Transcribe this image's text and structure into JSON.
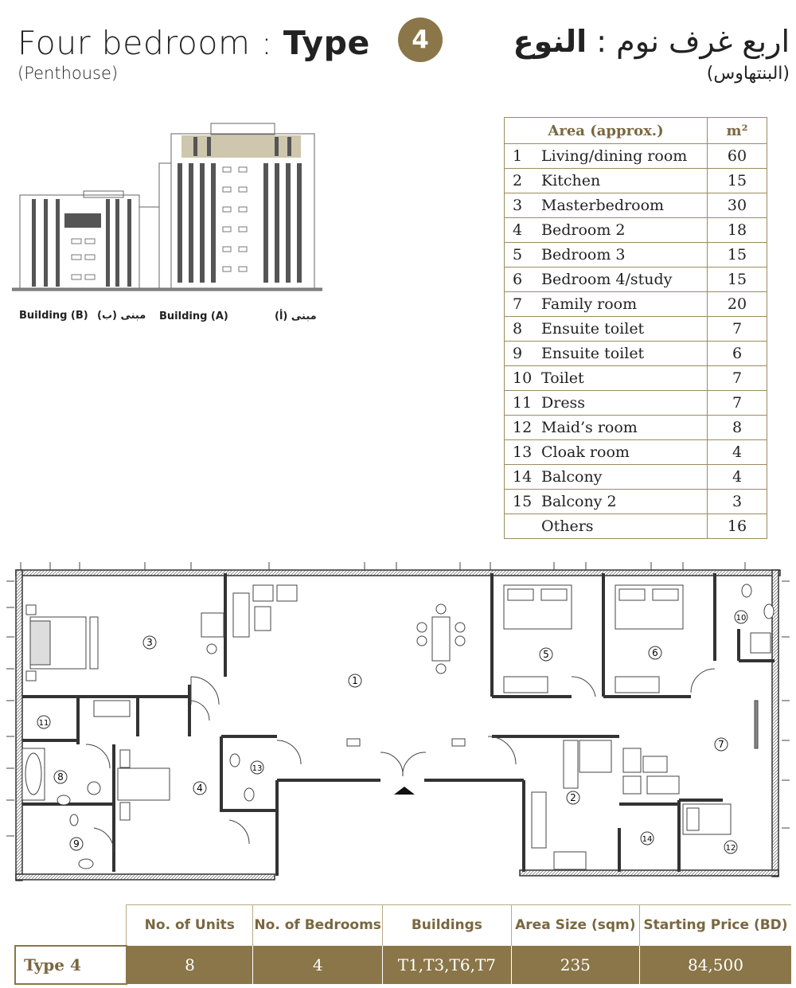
{
  "header": {
    "title_en_prefix": "Four bedroom : ",
    "title_en_bold": "Type",
    "subtitle_en": "(Penthouse)",
    "type_number": "4",
    "title_ar_prefix": "اربع غرف نوم : ",
    "title_ar_bold": "النوع",
    "subtitle_ar": "(البنتهاوس)"
  },
  "buildings": {
    "label_b_en": "Building (B)",
    "label_b_ar": "مبنى (ب)",
    "label_a_en": "Building (A)",
    "label_a_ar": "مبنى (أ)"
  },
  "area_table": {
    "header_area": "Area (approx.)",
    "header_unit": "m²",
    "rows": [
      {
        "num": "1",
        "name": "Living/dining room",
        "area": "60"
      },
      {
        "num": "2",
        "name": "Kitchen",
        "area": "15"
      },
      {
        "num": "3",
        "name": "Masterbedroom",
        "area": "30"
      },
      {
        "num": "4",
        "name": "Bedroom 2",
        "area": "18"
      },
      {
        "num": "5",
        "name": "Bedroom 3",
        "area": "15"
      },
      {
        "num": "6",
        "name": "Bedroom 4/study",
        "area": "15"
      },
      {
        "num": "7",
        "name": "Family room",
        "area": "20"
      },
      {
        "num": "8",
        "name": "Ensuite toilet",
        "area": "7"
      },
      {
        "num": "9",
        "name": "Ensuite toilet",
        "area": "6"
      },
      {
        "num": "10",
        "name": "Toilet",
        "area": "7"
      },
      {
        "num": "11",
        "name": "Dress",
        "area": "7"
      },
      {
        "num": "12",
        "name": "Maid’s room",
        "area": "8"
      },
      {
        "num": "13",
        "name": "Cloak room",
        "area": "4"
      },
      {
        "num": "14",
        "name": "Balcony",
        "area": "4"
      },
      {
        "num": "15",
        "name": "Balcony 2",
        "area": "3"
      },
      {
        "num": "",
        "name": "Others",
        "area": "16"
      }
    ]
  },
  "floorplan": {
    "room_labels": [
      "1",
      "2",
      "3",
      "4",
      "5",
      "6",
      "7",
      "8",
      "9",
      "10",
      "11",
      "12",
      "13",
      "14"
    ]
  },
  "summary": {
    "headers": [
      "No. of Units",
      "No. of Bedrooms",
      "Buildings",
      "Area Size (sqm)",
      "Starting Price (BD)"
    ],
    "row_label": "Type 4",
    "values": [
      "8",
      "4",
      "T1,T3,T6,T7",
      "235",
      "84,500"
    ]
  },
  "colors": {
    "accent": "#8a7648",
    "accent_text": "#7a6740"
  }
}
